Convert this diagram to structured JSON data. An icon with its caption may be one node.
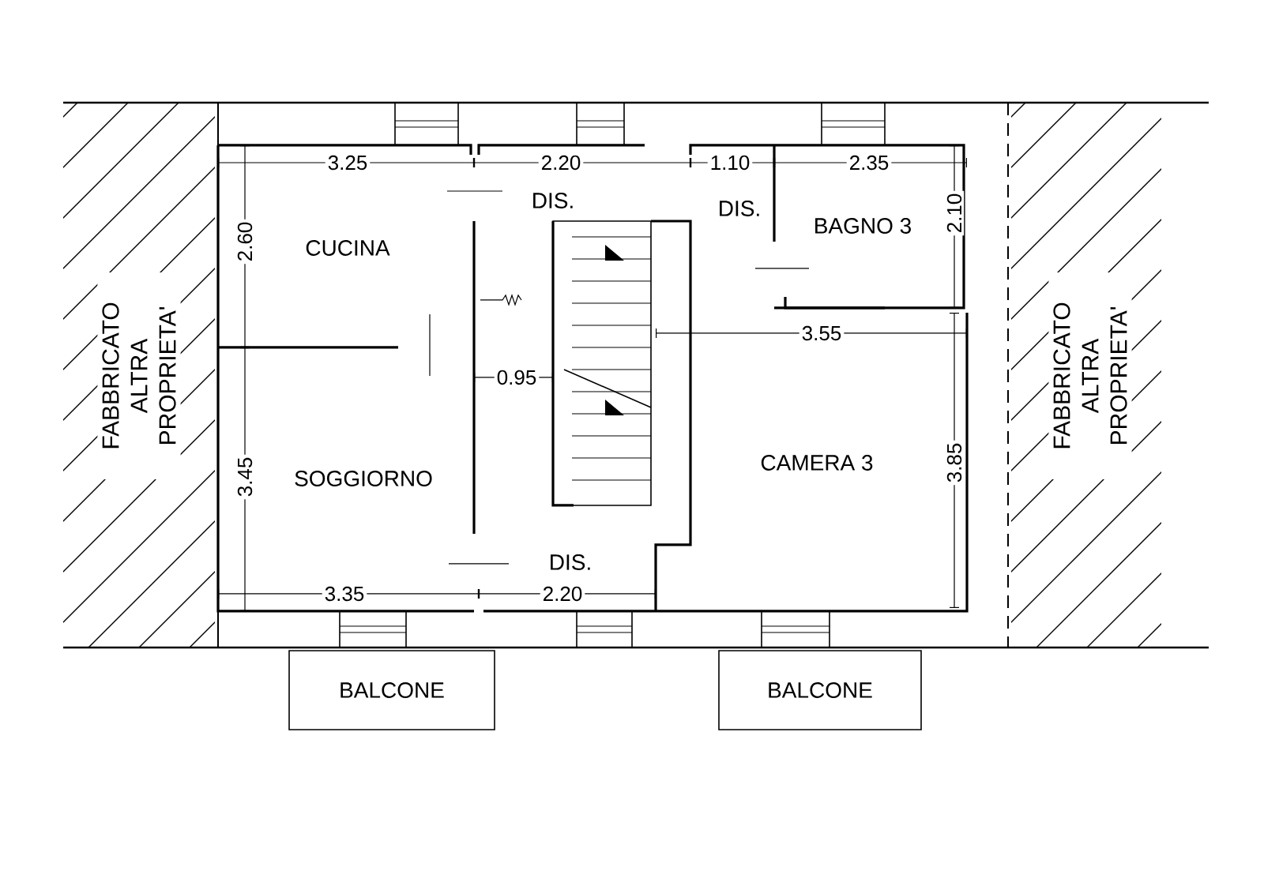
{
  "diagram": {
    "nodes": [
      {
        "text": [
          "FABBRICATO ALTRA PROPRIETA'"
        ]
      },
      {
        "text": [
          "FABBRICATO ALTRA PROPRIETA'"
        ]
      },
      {
        "text": [
          "BALCONE"
        ]
      },
      {
        "text": [
          "BALCONE"
        ]
      }
    ],
    "edges": [],
    "labels": [
      "3.25",
      "2.20",
      "1.10",
      "2.35",
      "DIS.",
      "DIS.",
      "BAGNO 3",
      "2.10",
      "2.60",
      "CUCINA",
      "0.95",
      "3.55",
      "3.45",
      "SOGGIORNO",
      "CAMERA 3",
      "3.85",
      "DIS.",
      "3.35",
      "2.20"
    ]
  }
}
